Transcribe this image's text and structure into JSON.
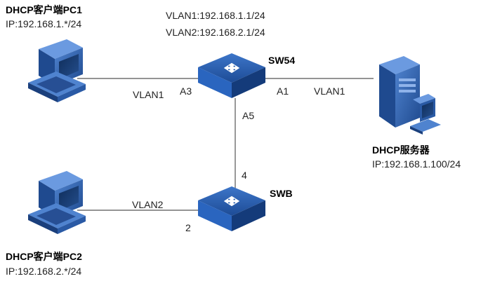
{
  "pc1": {
    "title": "DHCP客户端PC1",
    "ip": "IP:192.168.1.*/24"
  },
  "pc2": {
    "title": "DHCP客户端PC2",
    "ip": "IP:192.168.2.*/24"
  },
  "server": {
    "title": "DHCP服务器",
    "ip": "IP:192.168.1.100/24"
  },
  "sw54": {
    "name": "SW54",
    "vlan_if1": "VLAN1:192.168.1.1/24",
    "vlan_if2": "VLAN2:192.168.2.1/24",
    "switch_text": "SWITCH"
  },
  "swb": {
    "name": "SWB",
    "switch_text": "SWITCH"
  },
  "links": {
    "pc1_sw54": {
      "vlan": "VLAN1",
      "port": "A3"
    },
    "sw54_server": {
      "vlan": "VLAN1",
      "port": "A1"
    },
    "sw54_swb": {
      "port_top": "A5",
      "port_bottom": "4"
    },
    "pc2_swb": {
      "vlan": "VLAN2",
      "port": "2"
    }
  },
  "colors": {
    "switch_top": "#1f4f9a",
    "switch_front": "#2a65bf",
    "switch_side": "#143b7a",
    "pc_body": "#2f5ea8",
    "server_body": "#2f5ea8"
  }
}
